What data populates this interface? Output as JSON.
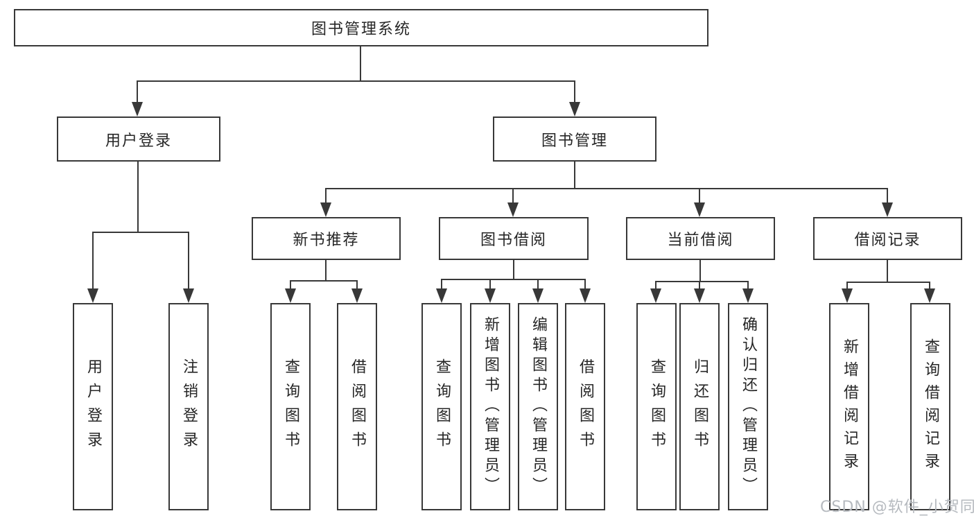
{
  "nodes": {
    "root": {
      "label": "图书管理系统"
    },
    "level2": [
      {
        "label": "用户登录"
      },
      {
        "label": "图书管理"
      }
    ],
    "level3": [
      {
        "label": "新书推荐",
        "parent": "图书管理"
      },
      {
        "label": "图书借阅",
        "parent": "图书管理"
      },
      {
        "label": "当前借阅",
        "parent": "图书管理"
      },
      {
        "label": "借阅记录",
        "parent": "图书管理"
      }
    ],
    "leaves": [
      {
        "label": "用户登录",
        "parent": "用户登录"
      },
      {
        "label": "注销登录",
        "parent": "用户登录"
      },
      {
        "label": "查询图书",
        "parent": "新书推荐"
      },
      {
        "label": "借阅图书",
        "parent": "新书推荐"
      },
      {
        "label": "查询图书",
        "parent": "图书借阅"
      },
      {
        "label": "新增图书（管理员）",
        "parent": "图书借阅"
      },
      {
        "label": "编辑图书（管理员）",
        "parent": "图书借阅"
      },
      {
        "label": "借阅图书",
        "parent": "图书借阅"
      },
      {
        "label": "查询图书",
        "parent": "当前借阅"
      },
      {
        "label": "归还图书",
        "parent": "当前借阅"
      },
      {
        "label": "确认归还（管理员）",
        "parent": "当前借阅"
      },
      {
        "label": "新增借阅记录",
        "parent": "借阅记录"
      },
      {
        "label": "查询借阅记录",
        "parent": "借阅记录"
      }
    ]
  },
  "watermark": {
    "text": "CSDN @软件_小贺同学"
  },
  "colors": {
    "line": "#383838",
    "text": "#262626",
    "background": "#ffffff",
    "watermark": "#b6babf"
  }
}
